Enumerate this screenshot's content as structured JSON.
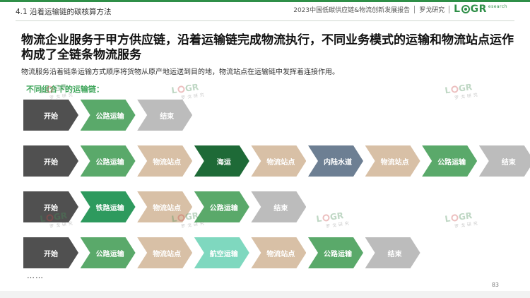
{
  "header": {
    "section_label": "4.1 沿着运输链的碳核算方法",
    "report_title": "2023中国低碳供应链&物流创新发展报告",
    "org": "罗戈研究",
    "logo_prefix": "L",
    "logo_suffix": "GR",
    "logo_sub": "esearch"
  },
  "headline": "物流企业服务于甲方供应链，沿着运输链完成物流执行，不同业务模式的运输和物流站点运作构成了全链条物流服务",
  "subline": "物流服务沿着链条运输方式顺序将货物从原产地运送到目的地，物流站点在运输链中发挥着连接作用。",
  "group_label": "不同组合下的运输链：",
  "chains": [
    {
      "steps": [
        {
          "label": "开始",
          "type": "start"
        },
        {
          "label": "公路运输",
          "type": "road"
        },
        {
          "label": "结束",
          "type": "end"
        }
      ]
    },
    {
      "steps": [
        {
          "label": "开始",
          "type": "start"
        },
        {
          "label": "公路运输",
          "type": "road"
        },
        {
          "label": "物流站点",
          "type": "station"
        },
        {
          "label": "海运",
          "type": "sea"
        },
        {
          "label": "物流站点",
          "type": "station"
        },
        {
          "label": "内陆水道",
          "type": "inland"
        },
        {
          "label": "物流站点",
          "type": "station"
        },
        {
          "label": "公路运输",
          "type": "road"
        },
        {
          "label": "结束",
          "type": "end"
        }
      ]
    },
    {
      "steps": [
        {
          "label": "开始",
          "type": "start"
        },
        {
          "label": "铁路运输",
          "type": "rail"
        },
        {
          "label": "物流站点",
          "type": "station"
        },
        {
          "label": "公路运输",
          "type": "road"
        },
        {
          "label": "结束",
          "type": "end"
        }
      ]
    },
    {
      "steps": [
        {
          "label": "开始",
          "type": "start"
        },
        {
          "label": "公路运输",
          "type": "road"
        },
        {
          "label": "物流站点",
          "type": "station"
        },
        {
          "label": "航空运输",
          "type": "air"
        },
        {
          "label": "物流站点",
          "type": "station"
        },
        {
          "label": "公路运输",
          "type": "road"
        },
        {
          "label": "结束",
          "type": "end"
        }
      ]
    }
  ],
  "ellipsis": "……",
  "page_number": "83",
  "watermark": {
    "logo_prefix": "L",
    "logo_suffix": "GR",
    "sub": "罗戈研究"
  },
  "colors": {
    "start": "#505050",
    "road": "#5aa96a",
    "rail": "#2e9a5e",
    "station": "#d8c0a6",
    "sea": "#1e6a37",
    "inland": "#6d7f93",
    "air": "#7fd8bf",
    "end": "#bcbcbc",
    "accent": "#2f8f48"
  }
}
